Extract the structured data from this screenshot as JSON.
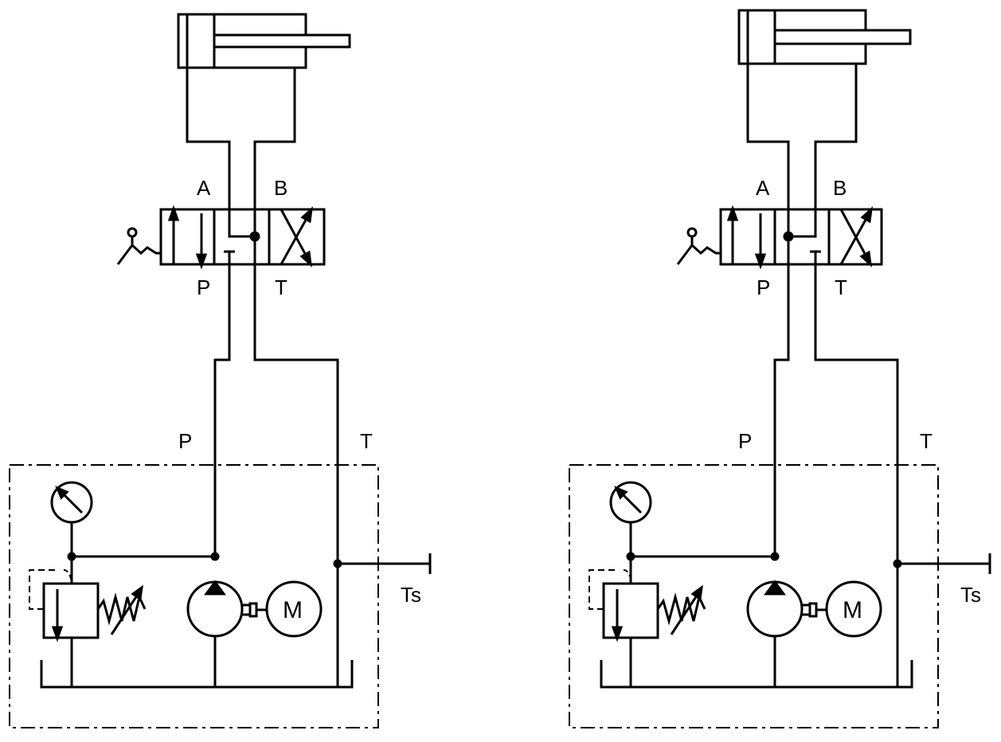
{
  "circuits": [
    {
      "id": "circuit-left",
      "labels": {
        "valve_a": "A",
        "valve_b": "B",
        "valve_p": "P",
        "valve_t": "T",
        "unit_p": "P",
        "unit_t": "T",
        "ts": "Ts",
        "motor": "M"
      }
    },
    {
      "id": "circuit-right",
      "labels": {
        "valve_a": "A",
        "valve_b": "B",
        "valve_p": "P",
        "valve_t": "T",
        "unit_p": "P",
        "unit_t": "T",
        "ts": "Ts",
        "motor": "M"
      }
    }
  ]
}
